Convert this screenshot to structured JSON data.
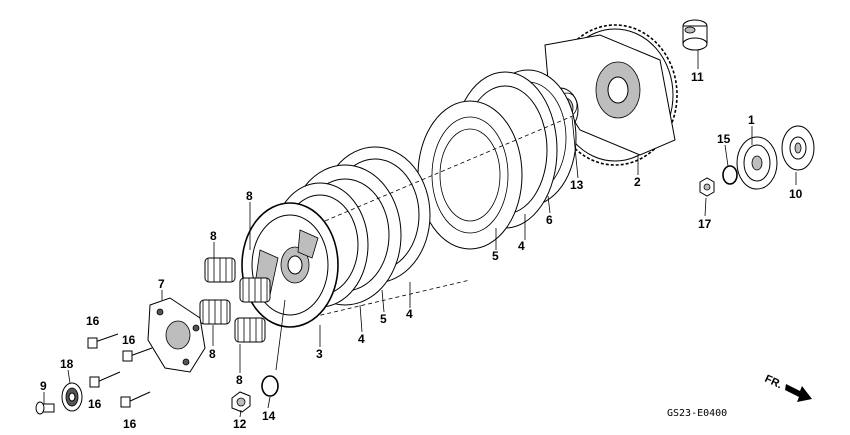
{
  "diagram": {
    "labels": [
      {
        "id": "1",
        "text": "1"
      },
      {
        "id": "2",
        "text": "2"
      },
      {
        "id": "3",
        "text": "3"
      },
      {
        "id": "4a",
        "text": "4"
      },
      {
        "id": "4b",
        "text": "4"
      },
      {
        "id": "4c",
        "text": "4"
      },
      {
        "id": "5a",
        "text": "5"
      },
      {
        "id": "5b",
        "text": "5"
      },
      {
        "id": "6",
        "text": "6"
      },
      {
        "id": "7",
        "text": "7"
      },
      {
        "id": "8a",
        "text": "8"
      },
      {
        "id": "8b",
        "text": "8"
      },
      {
        "id": "8c",
        "text": "8"
      },
      {
        "id": "8d",
        "text": "8"
      },
      {
        "id": "9",
        "text": "9"
      },
      {
        "id": "10",
        "text": "10"
      },
      {
        "id": "11",
        "text": "11"
      },
      {
        "id": "12",
        "text": "12"
      },
      {
        "id": "13",
        "text": "13"
      },
      {
        "id": "14",
        "text": "14"
      },
      {
        "id": "15",
        "text": "15"
      },
      {
        "id": "16a",
        "text": "16"
      },
      {
        "id": "16b",
        "text": "16"
      },
      {
        "id": "16c",
        "text": "16"
      },
      {
        "id": "16d",
        "text": "16"
      },
      {
        "id": "17",
        "text": "17"
      },
      {
        "id": "18",
        "text": "18"
      }
    ],
    "diagram_code": "GS23-E0400",
    "direction_label": "FR."
  }
}
